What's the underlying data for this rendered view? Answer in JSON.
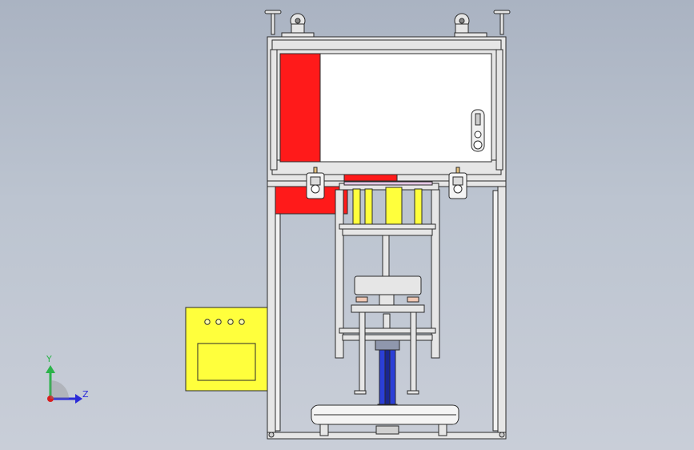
{
  "viewport": {
    "view": "front",
    "background_gradient": [
      "#aab3c2",
      "#c9ced8"
    ]
  },
  "triad": {
    "y_label": "Y",
    "z_label": "Z",
    "y_color": "#2bb34a",
    "z_color": "#2a2ad8",
    "x_color": "#d81e1e"
  },
  "model": {
    "frame_color": "#e6e6e6",
    "edge_color": "#2a2a2a",
    "accent_red": "#ff1a1a",
    "accent_yellow": "#ffff3c",
    "cylinder_blue": "#2b3fd6",
    "control_box": {
      "indicator_count": 4
    }
  }
}
